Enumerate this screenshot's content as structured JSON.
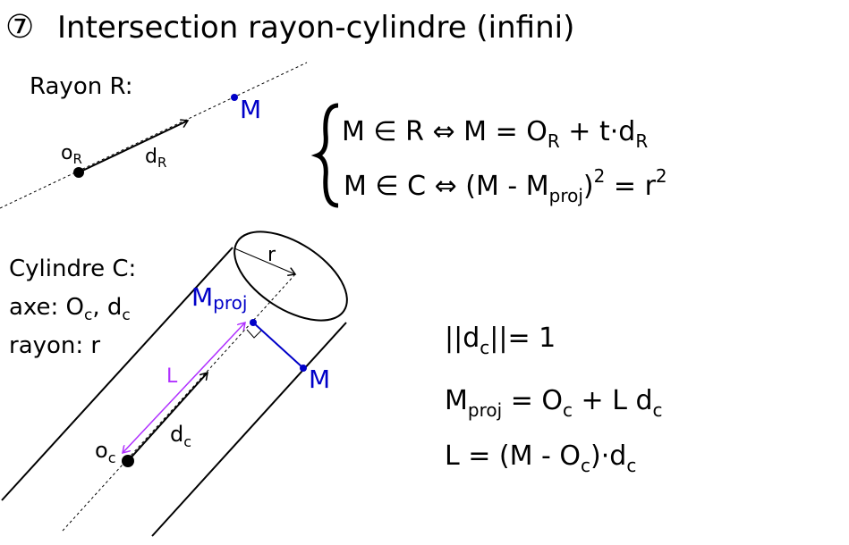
{
  "title": {
    "symbol": "⑦",
    "text": "Intersection rayon-cylindre (infini)"
  },
  "ray": {
    "label": "Rayon R:",
    "origin": {
      "main": "o",
      "sub": "R"
    },
    "direction": {
      "main": "d",
      "sub": "R"
    },
    "point": "M"
  },
  "system": {
    "line1": {
      "a": "M ∈ R ⇔  M = O",
      "a_sub": "R",
      "b": " + t·d",
      "b_sub": "R"
    },
    "line2": {
      "a": "M ∈ C ⇔  (M - M",
      "a_sub": "proj",
      "b": ")",
      "b_sup": "2",
      "c": " = r",
      "c_sup": "2"
    }
  },
  "cylinder": {
    "label": "Cylindre C:",
    "axe": {
      "a": "axe: O",
      "a_sub": "c",
      "b": ", d",
      "b_sub": "c"
    },
    "rayon": "rayon: r",
    "r": "r",
    "mproj": {
      "main": "M",
      "sub": "proj"
    },
    "point": "M",
    "L": "L",
    "direction": {
      "main": "d",
      "sub": "c"
    },
    "origin": {
      "main": "o",
      "sub": "c"
    }
  },
  "formulas": {
    "f1": {
      "a": "||d",
      "a_sub": "c",
      "b": "||= 1"
    },
    "f2": {
      "a": "M",
      "a_sub": "proj",
      "b": " = O",
      "b_sub": "c",
      "c": " + L d",
      "c_sub": "c"
    },
    "f3": {
      "a": "L  = (M - O",
      "a_sub": "c",
      "b": ")·d",
      "b_sub": "c"
    }
  },
  "colors": {
    "blue": "#0000c8",
    "magenta": "#b030ff",
    "black": "#000000"
  }
}
